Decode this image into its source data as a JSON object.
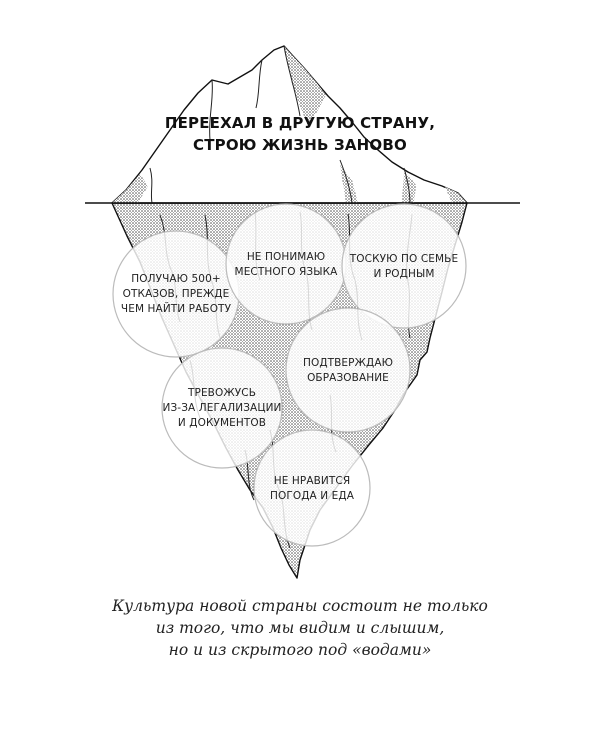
{
  "tip": {
    "lines": [
      "ПЕРЕЕХАЛ В ДРУГУЮ СТРАНУ,",
      "СТРОЮ ЖИЗНЬ ЗАНОВО"
    ]
  },
  "bubbles": [
    {
      "id": "rejections",
      "lines": [
        "ПОЛУЧАЮ 500+",
        "ОТКАЗОВ, ПРЕЖДЕ",
        "ЧЕМ НАЙТИ РАБОТУ"
      ]
    },
    {
      "id": "language",
      "lines": [
        "НЕ ПОНИМАЮ",
        "МЕСТНОГО ЯЗЫКА"
      ]
    },
    {
      "id": "family",
      "lines": [
        "ТОСКУЮ ПО СЕМЬЕ",
        "И РОДНЫМ"
      ]
    },
    {
      "id": "education",
      "lines": [
        "ПОДТВЕРЖДАЮ",
        "ОБРАЗОВАНИЕ"
      ]
    },
    {
      "id": "legalization",
      "lines": [
        "ТРЕВОЖУСЬ",
        "ИЗ-ЗА ЛЕГАЛИЗАЦИИ",
        "И ДОКУМЕНТОВ"
      ]
    },
    {
      "id": "weather",
      "lines": [
        "НЕ НРАВИТСЯ",
        "ПОГОДА И ЕДА"
      ]
    }
  ],
  "caption": {
    "lines": [
      "Культура новой страны состоит не только",
      "из того, что мы видим и слышим,",
      "но и из скрытого под «водами»"
    ]
  }
}
